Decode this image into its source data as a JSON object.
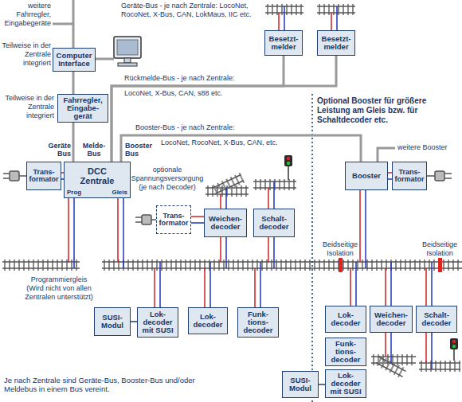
{
  "diagram": {
    "nodes": [
      {
        "text": [
          "Computer Interface"
        ]
      },
      {
        "text": [
          "Besetzt- melder"
        ]
      },
      {
        "text": [
          "Besetzt- melder"
        ]
      },
      {
        "text": [
          "Fahrregler, Eingabe- gerät"
        ]
      },
      {
        "text": [
          "Trans- formator"
        ]
      },
      {
        "text": [
          "Geräte Bus",
          "Melde-Bus",
          "Booster Bus",
          "DCC Zentrale",
          "Prog",
          "Gleis"
        ]
      },
      {
        "text": [
          "Booster"
        ]
      },
      {
        "text": [
          "Trans- formator"
        ]
      },
      {
        "text": [
          "Trans- formator"
        ]
      },
      {
        "text": [
          "Weichen- decoder"
        ]
      },
      {
        "text": [
          "Schalt- decoder"
        ]
      },
      {
        "text": [
          "SUSI- Modul"
        ]
      },
      {
        "text": [
          "Lok- decoder mit SUSI"
        ]
      },
      {
        "text": [
          "Lok- decoder"
        ]
      },
      {
        "text": [
          "Funk- tions- decoder"
        ]
      },
      {
        "text": [
          "Lok- decoder"
        ]
      },
      {
        "text": [
          "Weichen- decoder"
        ]
      },
      {
        "text": [
          "Schalt- decoder"
        ]
      },
      {
        "text": [
          "Funk- tions- decoder"
        ]
      },
      {
        "text": [
          "SUSI- Modul"
        ]
      },
      {
        "text": [
          "Lok- decoder mit SUSI"
        ]
      }
    ],
    "edges": [
      {
        "from": 0,
        "to": 3,
        "arrow": "none"
      },
      {
        "from": 3,
        "to": 5,
        "arrow": "none"
      },
      {
        "from": 5,
        "to": 1,
        "arrow": "none"
      },
      {
        "from": 5,
        "to": 2,
        "arrow": "none"
      },
      {
        "from": 5,
        "to": 6,
        "arrow": "none"
      },
      {
        "from": 4,
        "to": 5,
        "arrow": "none"
      },
      {
        "from": 6,
        "to": 7,
        "arrow": "none"
      },
      {
        "from": 8,
        "to": 9,
        "arrow": "none"
      },
      {
        "from": 11,
        "to": 12,
        "arrow": "none"
      },
      {
        "from": 19,
        "to": 20,
        "arrow": "none"
      }
    ],
    "labels": [
      "weitere Fahrregler, Eingabegeräte",
      "Geräte-Bus - je nach Zentrale: LocoNet, RocoNet, X-Bus, CAN, LokMaus, IIC etc.",
      "Teilweise in der Zentrale integriert",
      "Rückmelde-Bus - je nach Zentrale:",
      "LocoNet, X-Bus, CAN, s88 etc.",
      "Teilweise in der Zentrale integriert",
      "Booster-Bus - je nach Zentrale:",
      "LocoNet, RocoNet, X-Bus, CAN, etc.",
      "Optional Booster für größere Leistung am Gleis bzw. für Schaltdecoder etc.",
      "weitere Booster",
      "optionale Spannungsversorgung (je nach Decoder)",
      "Beidseitige Isolation",
      "Beidseitige Isolation",
      "Programmiergleis (Wird nicht von allen Zentralen unterstützt)",
      "Je nach Zentrale sind Geräte-Bus, Booster-Bus und/oder Meldebus in einem Bus vereint."
    ]
  }
}
